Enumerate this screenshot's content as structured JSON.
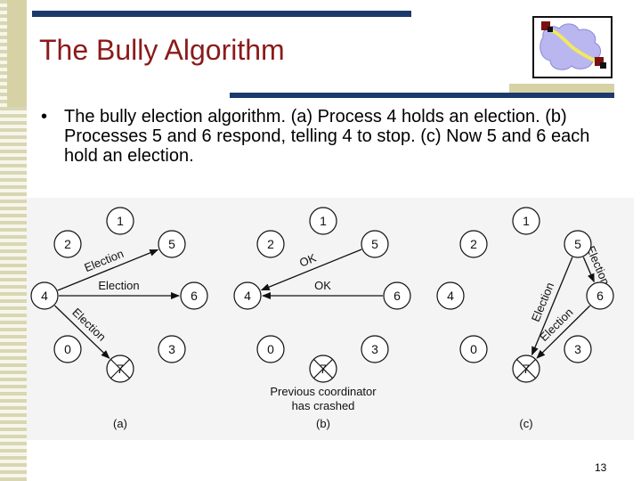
{
  "slide": {
    "title": "The Bully Algorithm",
    "bullet": "The bully election algorithm. (a) Process 4 holds an election. (b) Processes 5 and 6 respond, telling 4 to stop. (c) Now 5 and 6 each hold an election.",
    "page_number": "13"
  },
  "diagram": {
    "panels": [
      {
        "caption": "(a)",
        "nodes": [
          "1",
          "2",
          "5",
          "4",
          "6",
          "0",
          "3",
          "7"
        ],
        "crashed": "7",
        "arrows": [
          {
            "from": "4",
            "to": "5",
            "label": "Election"
          },
          {
            "from": "4",
            "to": "6",
            "label": "Election"
          },
          {
            "from": "4",
            "to": "7",
            "label": "Election"
          }
        ]
      },
      {
        "caption": "(b)",
        "nodes": [
          "1",
          "2",
          "5",
          "4",
          "6",
          "0",
          "3",
          "7"
        ],
        "crashed": "7",
        "arrows": [
          {
            "from": "5",
            "to": "4",
            "label": "OK"
          },
          {
            "from": "6",
            "to": "4",
            "label": "OK"
          }
        ],
        "note_line1": "Previous coordinator",
        "note_line2": "has crashed"
      },
      {
        "caption": "(c)",
        "nodes": [
          "1",
          "2",
          "5",
          "4",
          "6",
          "0",
          "3",
          "7"
        ],
        "crashed": "7",
        "arrows": [
          {
            "from": "5",
            "to": "6",
            "label": "Election"
          },
          {
            "from": "5",
            "to": "7",
            "label": "Election"
          },
          {
            "from": "6",
            "to": "7",
            "label": "Election"
          }
        ]
      }
    ]
  }
}
